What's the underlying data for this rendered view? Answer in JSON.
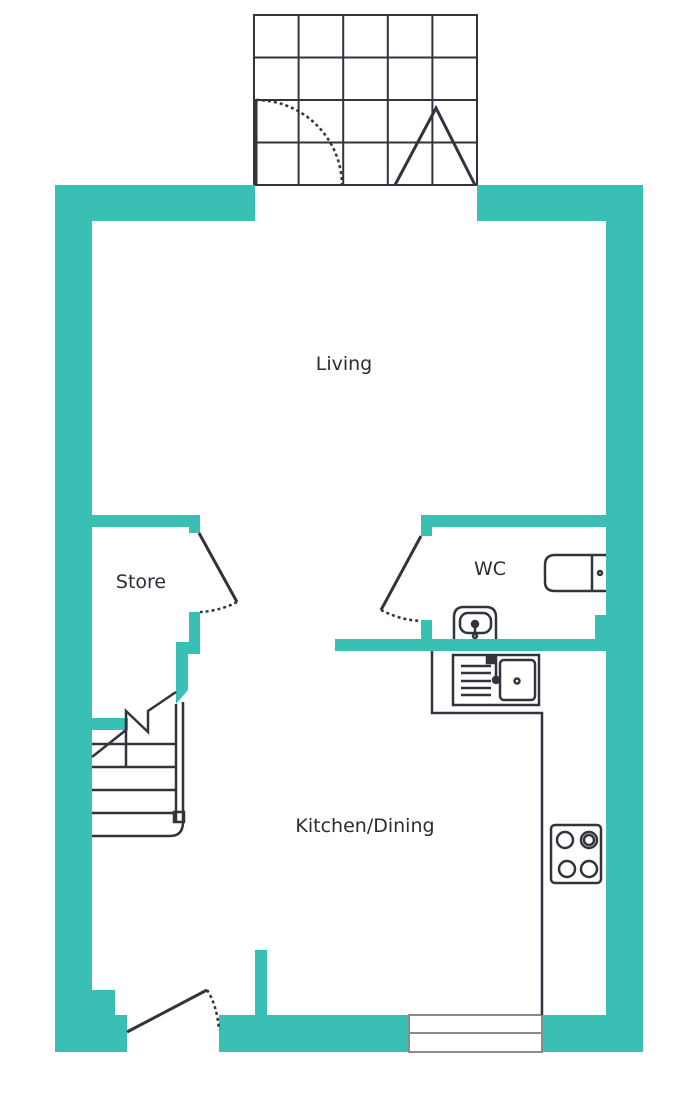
{
  "plan": {
    "rooms": [
      {
        "name": "Living"
      },
      {
        "name": "Store"
      },
      {
        "name": "WC"
      },
      {
        "name": "Kitchen/Dining"
      }
    ]
  },
  "colors": {
    "wall": "#3abfb5",
    "line": "#33333d",
    "window": "#8a8a8a"
  }
}
